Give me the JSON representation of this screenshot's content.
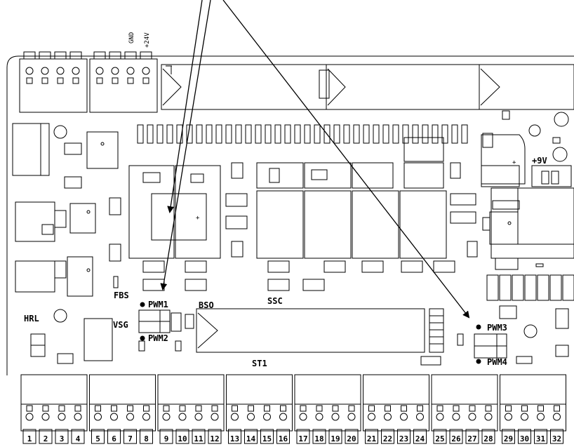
{
  "labels": {
    "gnd": "GND",
    "v24": "+24V",
    "v9": "+9V",
    "fbs": "FBS",
    "hrl": "HRL",
    "vsg": "VSG",
    "bso": "BSO",
    "ssc": "SSC",
    "st1": "ST1",
    "pwm1": "PWM1",
    "pwm2": "PWM2",
    "pwm3": "PWM3",
    "pwm4": "PWM4"
  },
  "pins": [
    "1",
    "2",
    "3",
    "4",
    "5",
    "6",
    "7",
    "8",
    "9",
    "10",
    "11",
    "12",
    "13",
    "14",
    "15",
    "16",
    "17",
    "18",
    "19",
    "20",
    "21",
    "22",
    "23",
    "24",
    "25",
    "26",
    "27",
    "28",
    "29",
    "30",
    "31",
    "32"
  ],
  "colors": {
    "line": "#000000",
    "board": "#ffffff"
  }
}
